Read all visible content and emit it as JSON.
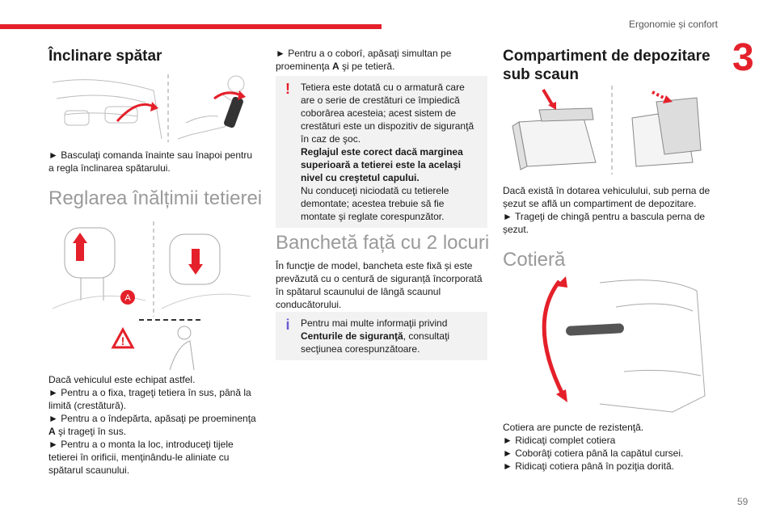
{
  "header": {
    "section": "Ergonomie și confort",
    "chapter": "3",
    "page": "59"
  },
  "col1": {
    "title1": "Înclinare spătar",
    "p1": "► Basculaţi comanda înainte sau înapoi pentru a regla înclinarea spătarului.",
    "title2": "Reglarea înălțimii tetierei",
    "marker_a": "A",
    "p2_l1": "Dacă vehiculul este echipat astfel.",
    "p2_l2": "► Pentru a o fixa, trageţi tetiera în sus, până la limită (crestătură).",
    "p2_l3a": "► Pentru a o îndepărta, apăsaţi pe proeminenţa ",
    "p2_l3b": "A",
    "p2_l3c": " şi trageţi în sus.",
    "p2_l4": "► Pentru a o monta la loc, introduceţi tijele tetierei în orificii, menţinându-le aliniate cu spătarul scaunului."
  },
  "col2": {
    "p1a": "► Pentru a o coborî, apăsaţi simultan pe proeminenţa ",
    "p1b": "A",
    "p1c": " şi pe tetieră.",
    "warn1": "Tetiera este dotată cu o armatură care are o serie de crestături ce împiedică coborârea acesteia; acest sistem de crestături este un dispozitiv de siguranţă în caz de şoc.",
    "warn2": "Reglajul este corect dacă marginea superioară a tetierei este la acelaşi nivel cu creştetul capului.",
    "warn3": "Nu conduceţi niciodată cu tetierele demontate; acestea trebuie să fie montate şi reglate corespunzător.",
    "title": "Banchetă față cu 2 locuri",
    "p2": "În funcţie de model, bancheta este fixă și este prevăzută cu o centură de siguranță încorporată în spătarul scaunului de lângă scaunul conducătorului.",
    "info1": "Pentru mai multe informaţii privind ",
    "info2": "Centurile de siguranţă",
    "info3": ", consultaţi secţiunea corespunzătoare."
  },
  "col3": {
    "title1": "Compartiment de depozitare sub scaun",
    "p1": "Dacă există în dotarea vehiculului, sub perna de șezut se află un compartiment de depozitare.",
    "p2": "► Trageţi de chingă pentru a bascula perna de șezut.",
    "title2": "Cotieră",
    "p3_l1": "Cotiera are puncte de rezistenţă.",
    "p3_l2": "► Ridicaţi complet cotiera",
    "p3_l3": "► Coborâţi cotiera până la capătul cursei.",
    "p3_l4": "► Ridicaţi cotiera până în poziţia dorită."
  },
  "colors": {
    "accent": "#e4202a",
    "info": "#6a5cd0"
  }
}
